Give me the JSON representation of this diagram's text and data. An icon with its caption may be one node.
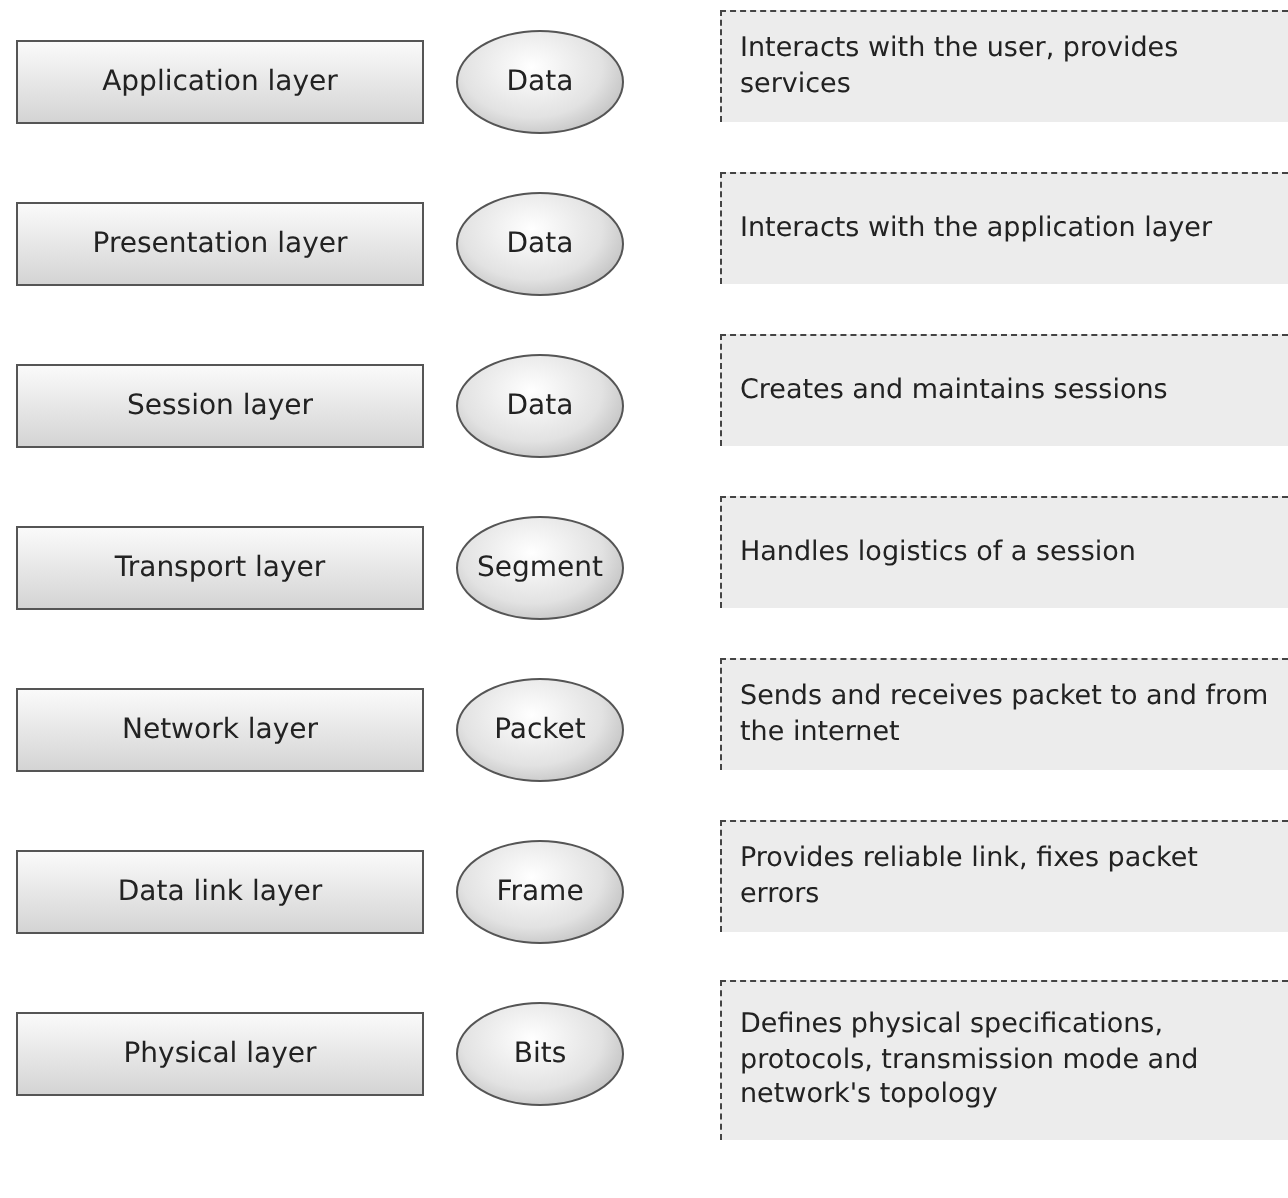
{
  "diagram": {
    "nodes": [
      {
        "text": [
          "Application layer"
        ]
      },
      {
        "text": [
          "Data"
        ]
      },
      {
        "text": [
          "Interacts with the user, provides services"
        ]
      },
      {
        "text": [
          "Presentation layer"
        ]
      },
      {
        "text": [
          "Data"
        ]
      },
      {
        "text": [
          "Interacts with the application layer"
        ]
      },
      {
        "text": [
          "Session layer"
        ]
      },
      {
        "text": [
          "Data"
        ]
      },
      {
        "text": [
          "Creates and maintains sessions"
        ]
      },
      {
        "text": [
          "Transport layer"
        ]
      },
      {
        "text": [
          "Segment"
        ]
      },
      {
        "text": [
          "Handles logistics of a session"
        ]
      },
      {
        "text": [
          "Network layer"
        ]
      },
      {
        "text": [
          "Packet"
        ]
      },
      {
        "text": [
          "Sends and receives packet to and from the internet"
        ]
      },
      {
        "text": [
          "Data link layer"
        ]
      },
      {
        "text": [
          "Frame"
        ]
      },
      {
        "text": [
          "Provides reliable link, fixes packet errors"
        ]
      },
      {
        "text": [
          "Physical layer"
        ]
      },
      {
        "text": [
          "Bits"
        ]
      },
      {
        "text": [
          "Defines physical specifications, protocols, transmission mode and network's topology"
        ]
      }
    ]
  }
}
